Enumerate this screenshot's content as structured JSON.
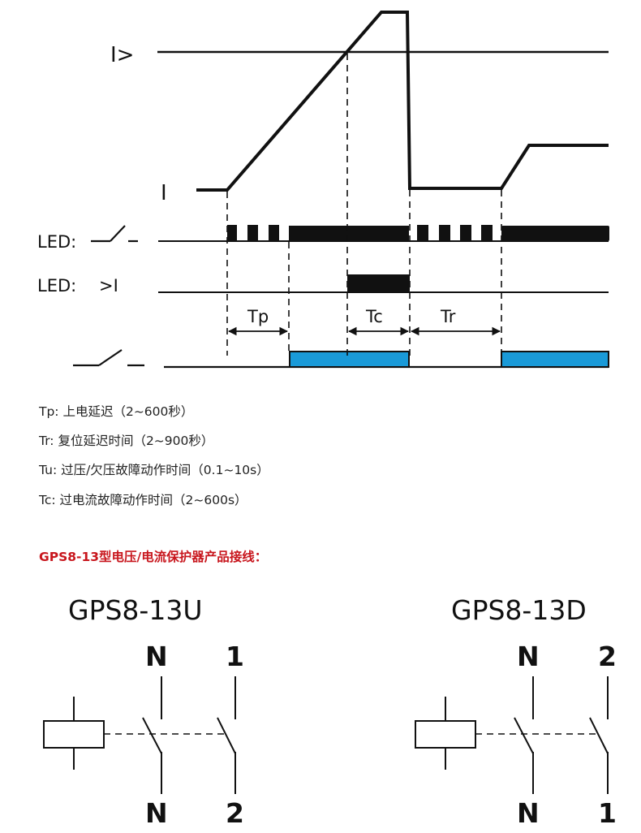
{
  "timing": {
    "signal_labels": {
      "threshold": "I>",
      "current": "I",
      "led_contact": "LED:",
      "led_overcurrent": "LED:",
      "led_overcurrent_suffix": ">I"
    },
    "intervals": {
      "tp": "Tp",
      "tc": "Tc",
      "tr": "Tr"
    }
  },
  "notes": [
    "Tp: 上电延迟（2~600秒）",
    "Tr: 复位延迟时间（2~900秒）",
    "Tu: 过压/欠压故障动作时间（0.1~10s）",
    "Tc: 过电流故障动作时间（2~600s）"
  ],
  "wiring_title": "GPS8-13型电压/电流保护器产品接线：",
  "wiring": {
    "left": {
      "model": "GPS8-13U",
      "top_terminals": [
        "N",
        "1"
      ],
      "bottom_terminals": [
        "N",
        "2"
      ]
    },
    "right": {
      "model": "GPS8-13D",
      "top_terminals": [
        "N",
        "2"
      ],
      "bottom_terminals": [
        "N",
        "1"
      ]
    }
  },
  "colors": {
    "relay_on": "#1a9ad8",
    "line": "#111111",
    "title_red": "#c8161d"
  }
}
